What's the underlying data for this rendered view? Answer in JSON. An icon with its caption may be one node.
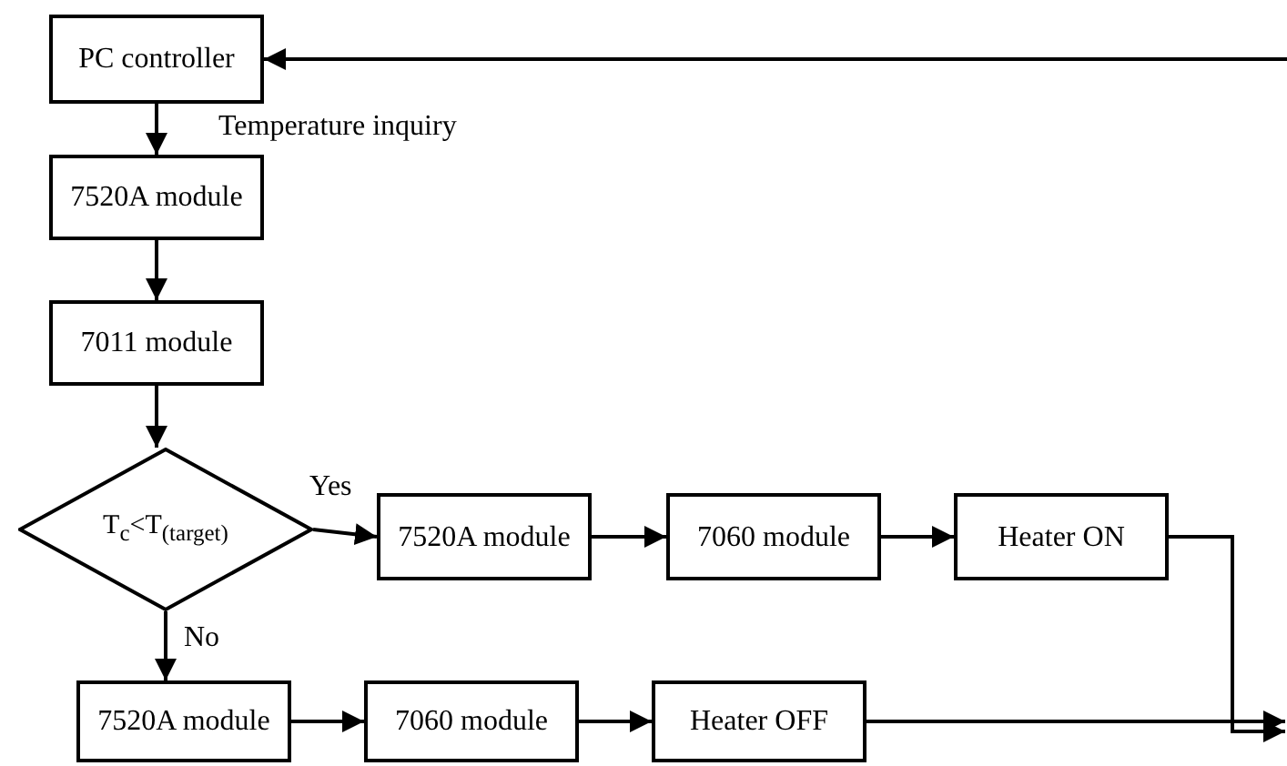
{
  "diagram": {
    "nodes": [
      {
        "text": [
          "PC controller"
        ]
      },
      {
        "text": [
          "7520A module"
        ]
      },
      {
        "text": [
          "7011 module"
        ]
      },
      {
        "text": [
          "T$_{c}$<T$_{(target)}$"
        ]
      },
      {
        "text": [
          "7520A module"
        ]
      },
      {
        "text": [
          "7060 module"
        ]
      },
      {
        "text": [
          "Heater ON"
        ]
      },
      {
        "text": [
          "7520A module"
        ]
      },
      {
        "text": [
          "7060 module"
        ]
      },
      {
        "text": [
          "Heater OFF"
        ]
      }
    ],
    "edges": [
      {
        "from": 0,
        "to": 1,
        "arrow": "to",
        "label": "Temperature inquiry"
      },
      {
        "from": 1,
        "to": 2,
        "arrow": "to"
      },
      {
        "from": 2,
        "to": 3,
        "arrow": "to"
      },
      {
        "from": 3,
        "to": 4,
        "arrow": "to",
        "label": "Yes"
      },
      {
        "from": 4,
        "to": 5,
        "arrow": "to"
      },
      {
        "from": 5,
        "to": 6,
        "arrow": "to"
      },
      {
        "from": 3,
        "to": 7,
        "arrow": "to",
        "label": "No"
      },
      {
        "from": 7,
        "to": 8,
        "arrow": "to"
      },
      {
        "from": 8,
        "to": 9,
        "arrow": "to"
      },
      {
        "from": 6,
        "to": null,
        "arrow": "to"
      },
      {
        "from": 9,
        "to": null,
        "arrow": "to"
      },
      {
        "from": null,
        "to": 0,
        "arrow": "to"
      }
    ]
  }
}
